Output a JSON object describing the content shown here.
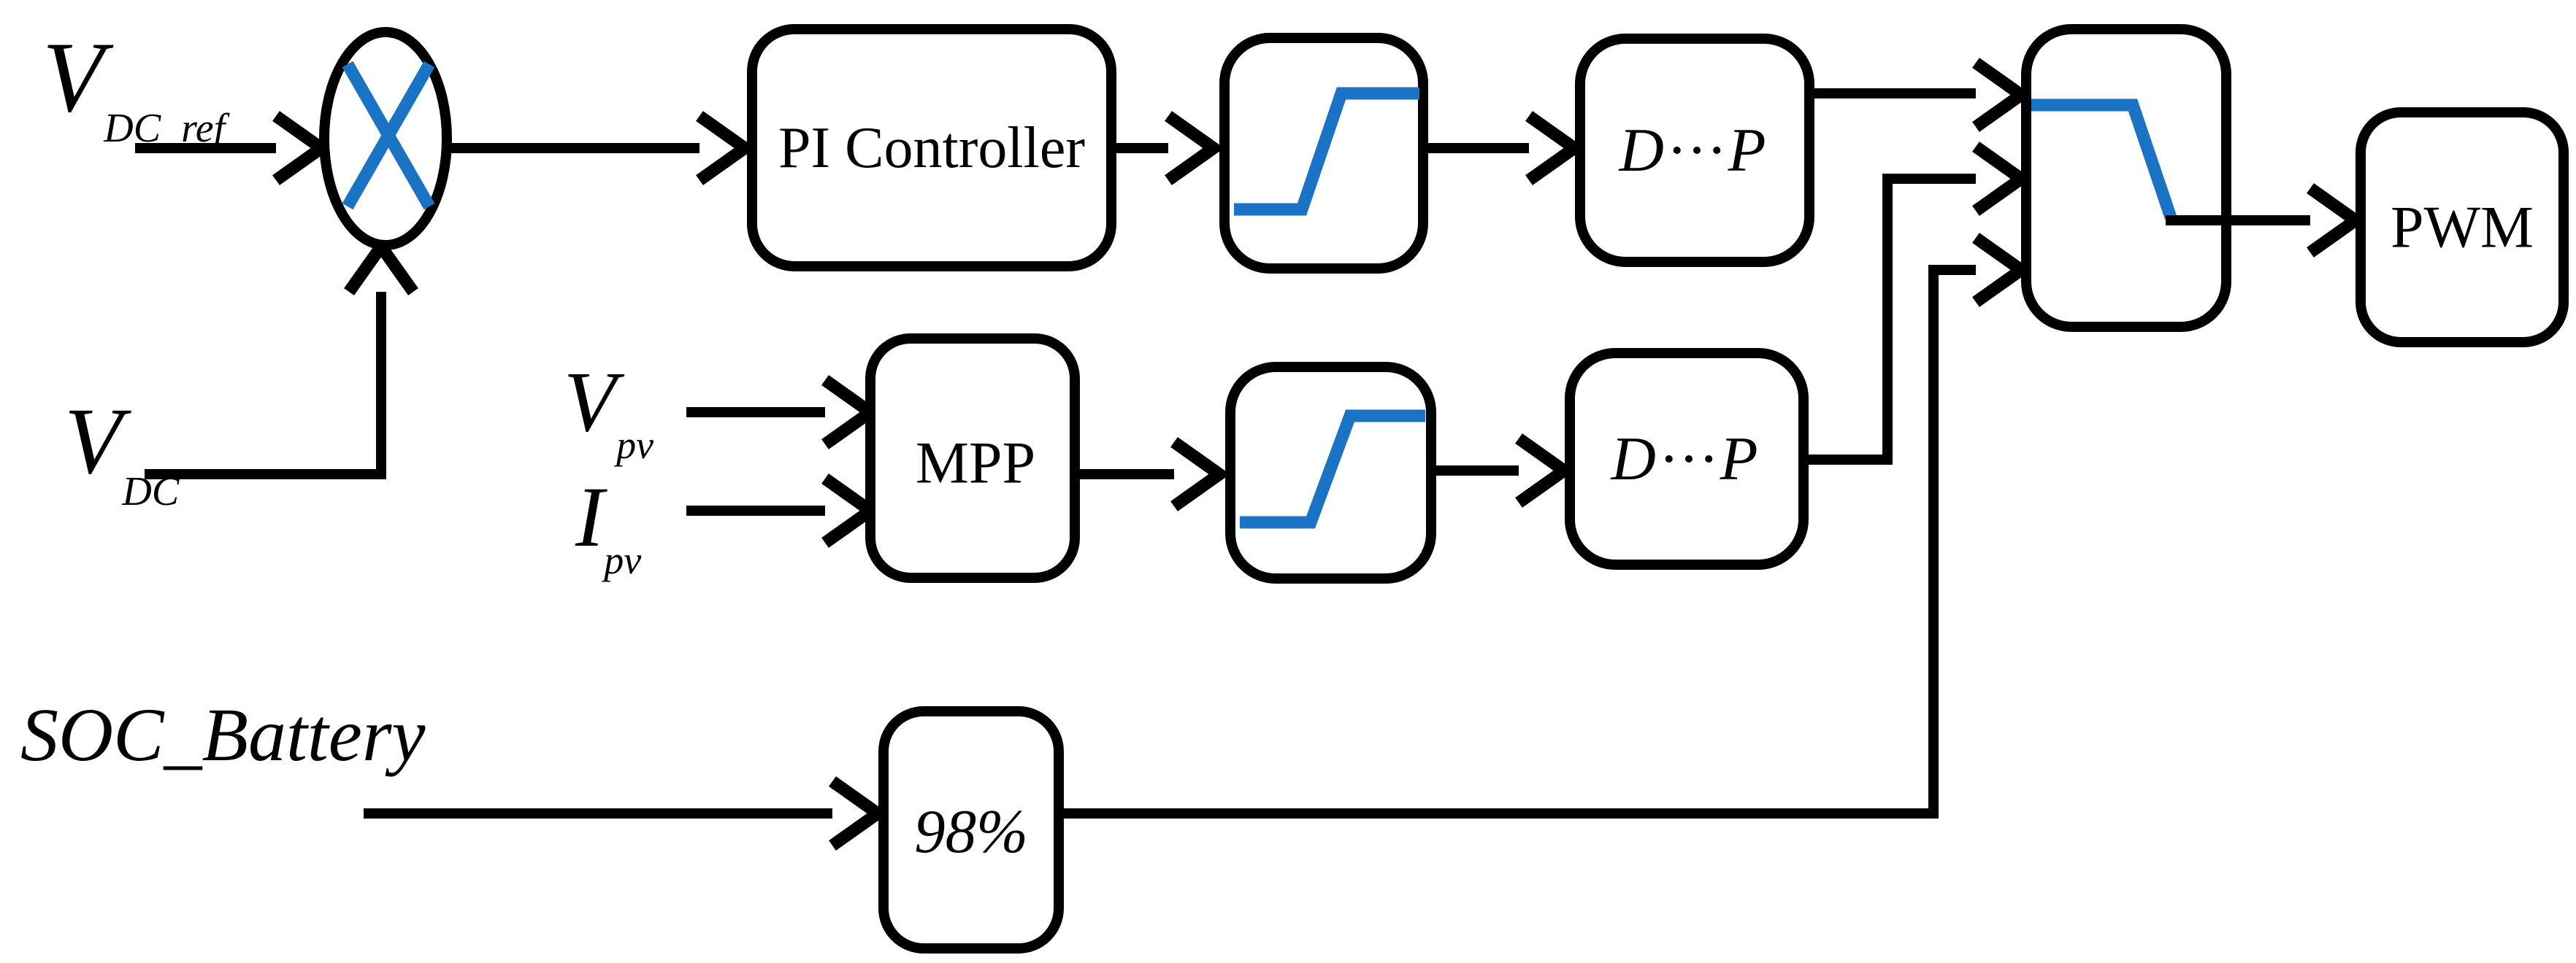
{
  "colors": {
    "ink": "#000000",
    "accent_blue": "#1a73c4",
    "background": "#ffffff"
  },
  "signals": {
    "vdc_ref": {
      "base": "V",
      "sub": "DC_ref"
    },
    "vdc": {
      "base": "V",
      "sub": "DC"
    },
    "vpv": {
      "base": "V",
      "sub": "pv"
    },
    "ipv": {
      "base": "I",
      "sub": "pv"
    },
    "soc_battery": {
      "text": "SOC_Battery"
    }
  },
  "blocks": {
    "pi_controller": {
      "label": "PI Controller"
    },
    "mppt": {
      "label": "MPP"
    },
    "duty_convert_top": {
      "label": "D···P"
    },
    "duty_convert_mid": {
      "label": "D···P"
    },
    "soc_threshold": {
      "label": "98%"
    },
    "pwm": {
      "label": "PWM"
    }
  }
}
